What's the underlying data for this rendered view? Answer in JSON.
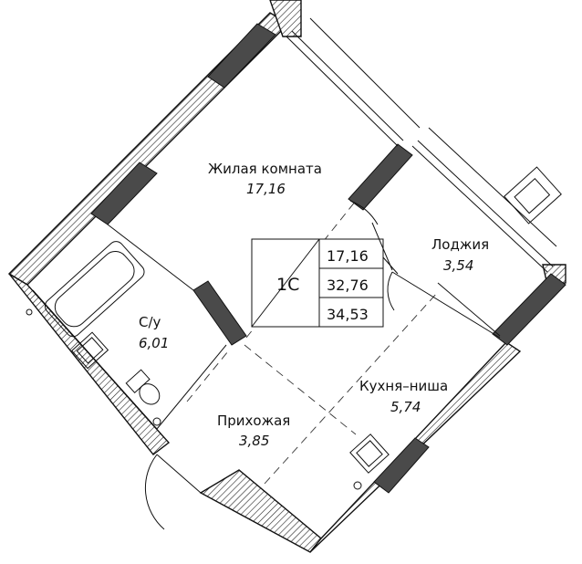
{
  "apartment": {
    "type_label": "1С",
    "living_area": "17,16",
    "total_area": "32,76",
    "total_area_with_loggia": "34,53"
  },
  "rooms": {
    "living": {
      "name": "Жилая комната",
      "area": "17,16"
    },
    "bathroom": {
      "name": "С/у",
      "area": "6,01"
    },
    "hallway": {
      "name": "Прихожая",
      "area": "3,85"
    },
    "kitchen": {
      "name": "Кухня–ниша",
      "area": "5,74"
    },
    "loggia": {
      "name": "Лоджия",
      "area": "3,54"
    }
  },
  "colors": {
    "wall_dark": "#4a4a4a",
    "line": "#111111",
    "background": "#ffffff"
  }
}
